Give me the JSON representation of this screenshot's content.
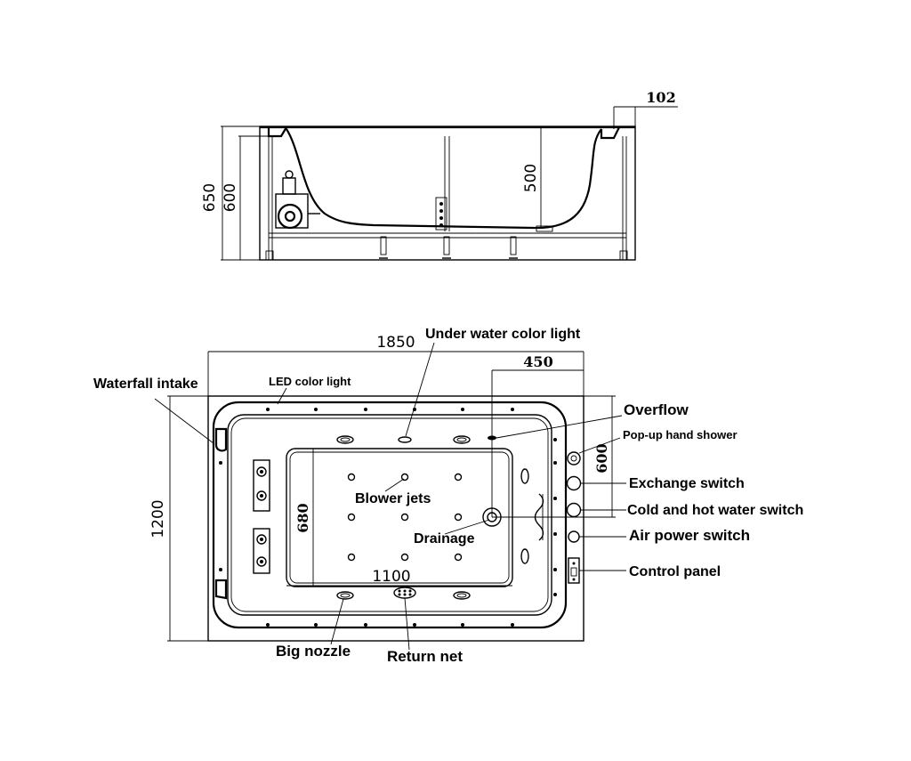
{
  "side_view": {
    "dim_overall_height": "650",
    "dim_frame_height": "600",
    "dim_inner_depth": "500",
    "dim_rim_width": "102"
  },
  "top_view": {
    "dim_length": "1850",
    "dim_width": "1200",
    "dim_offset": "450",
    "dim_offset_vertical": "600",
    "dim_inner_length": "1100",
    "dim_inner_width": "680"
  },
  "labels": {
    "under_water_color_light": "Under water color light",
    "waterfall_intake": "Waterfall intake",
    "led_color_light": "LED color light",
    "overflow": "Overflow",
    "popup_hand_shower": "Pop-up hand shower",
    "exchange_switch": "Exchange switch",
    "cold_hot_water_switch": "Cold and hot water switch",
    "air_power_switch": "Air  power  switch",
    "control_panel": "Control panel",
    "blower_jets": "Blower jets",
    "drainage": "Drainage",
    "big_nozzle": "Big  nozzle",
    "return_net": "Return  net"
  }
}
